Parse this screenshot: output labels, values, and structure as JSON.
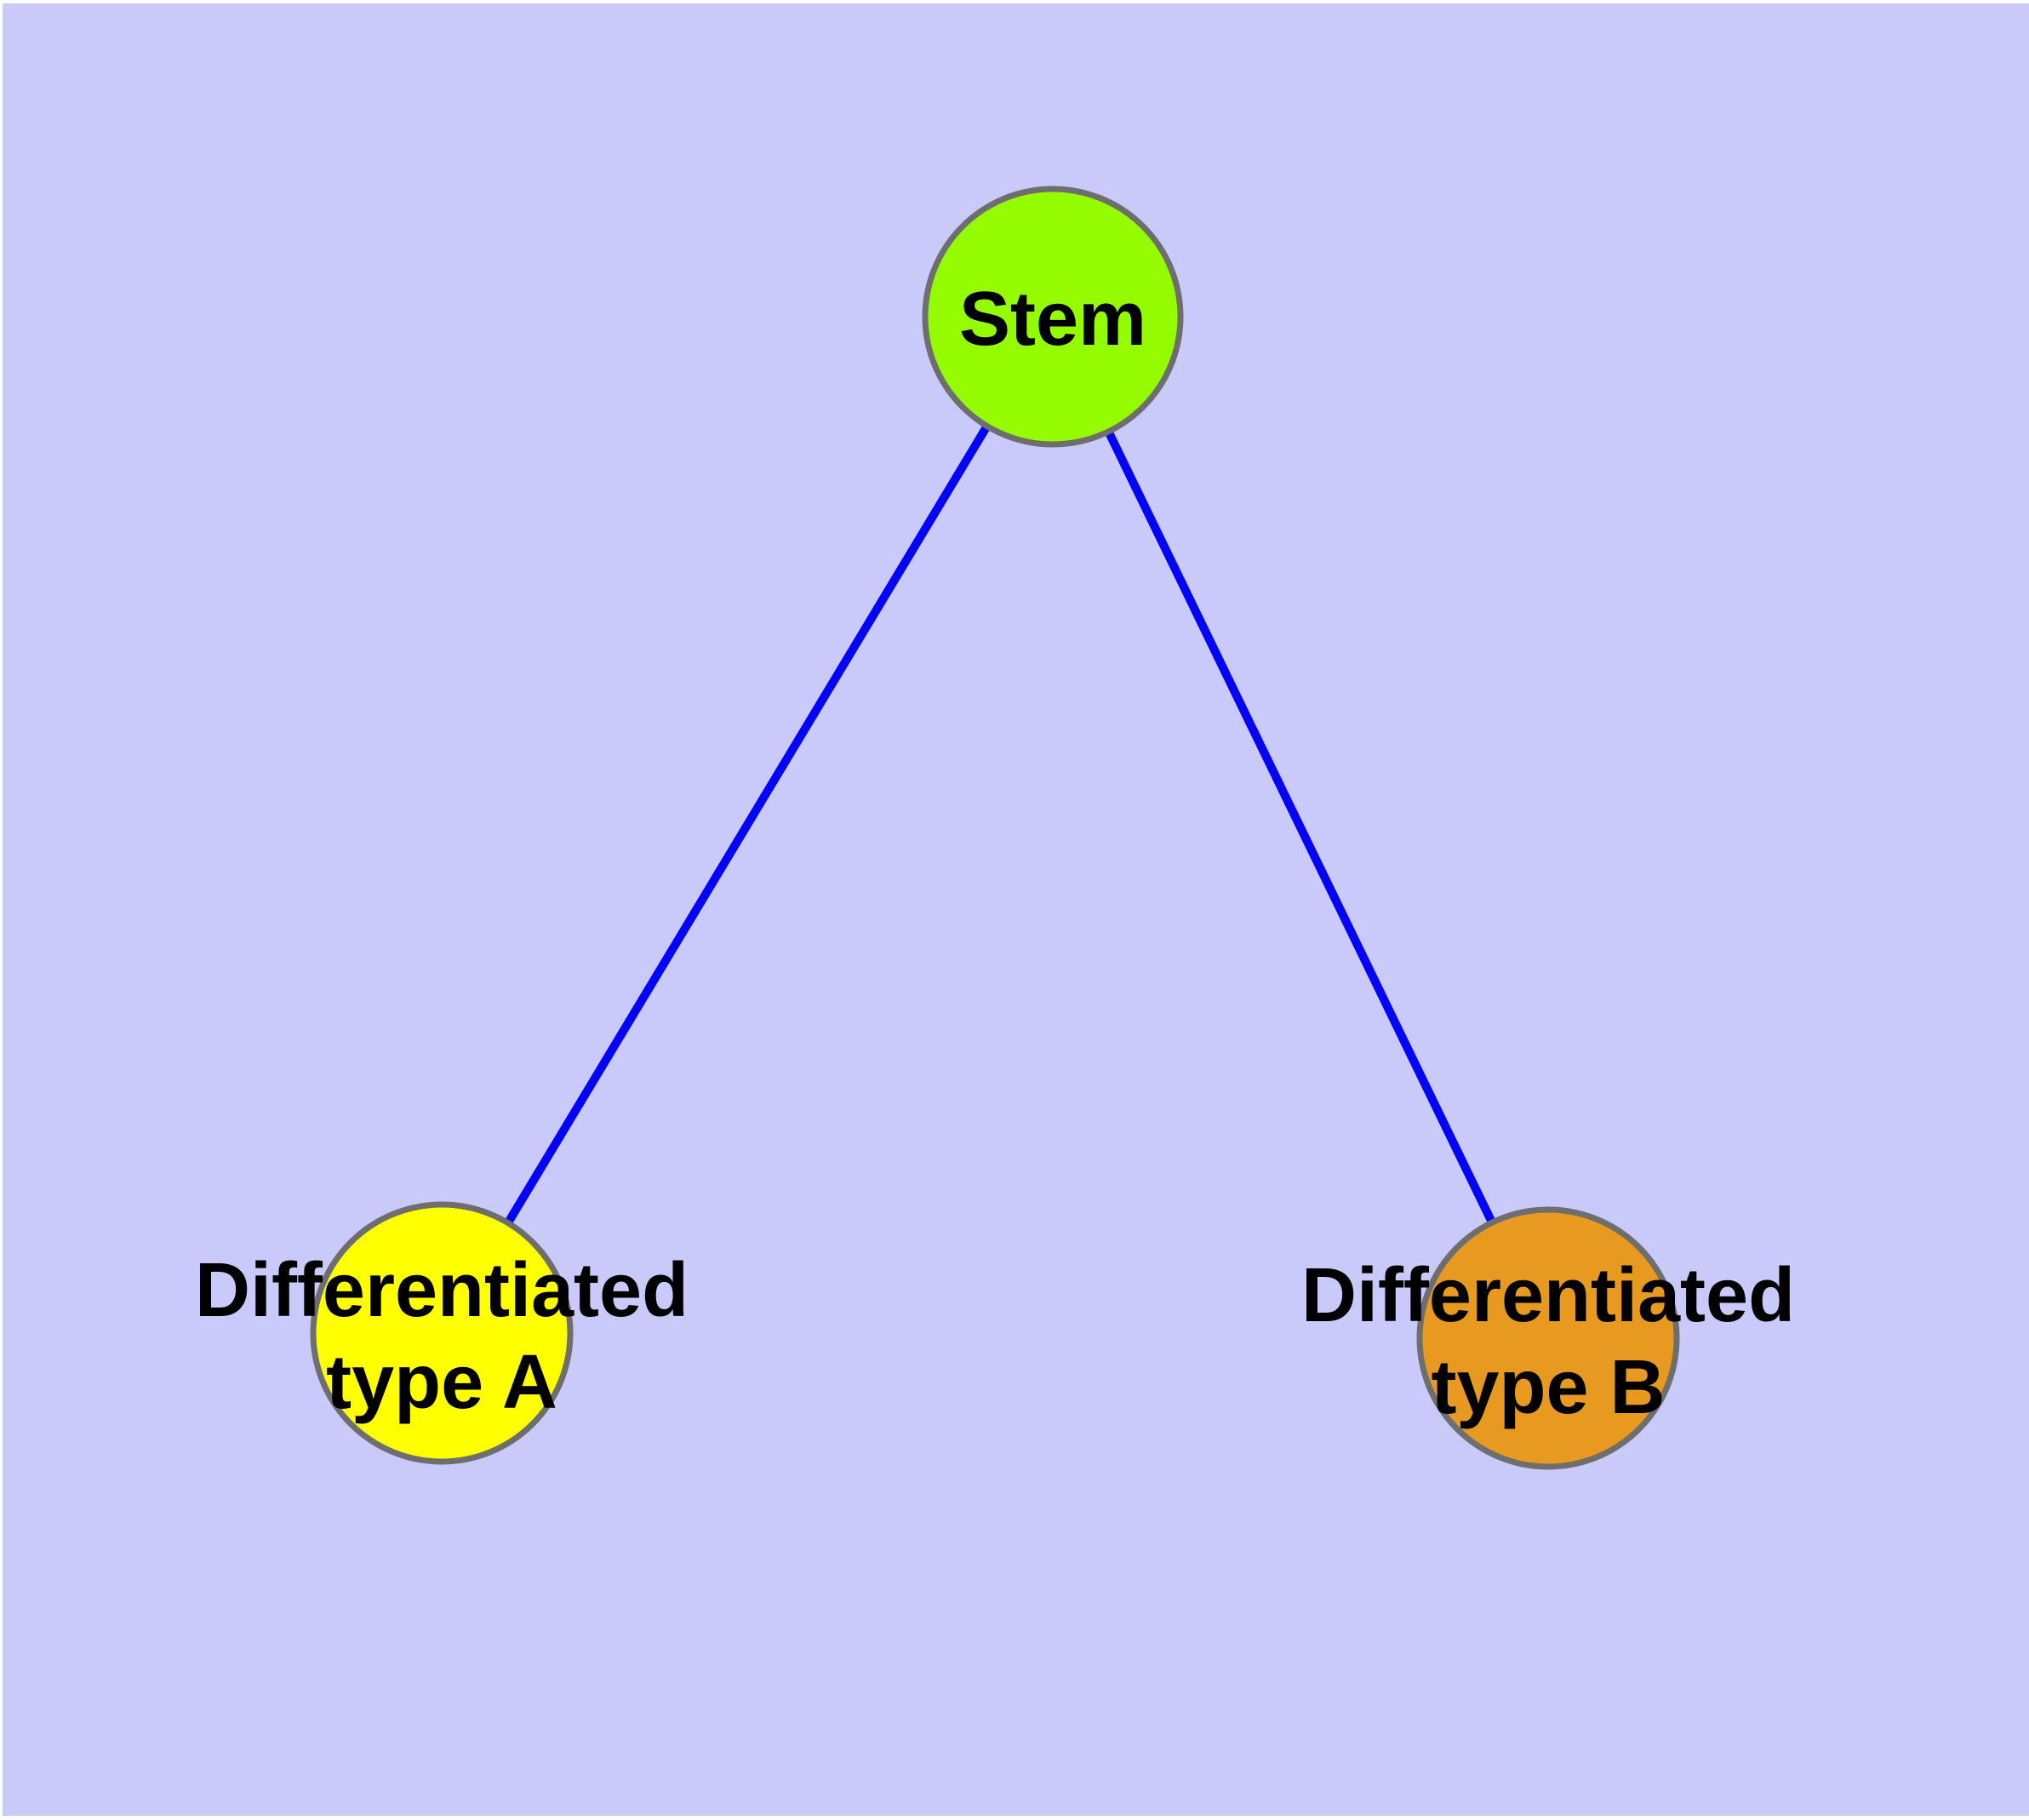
{
  "diagram": {
    "background_color": "#C9C9FA",
    "page_border_color": "#FFFFFF",
    "edge_color": "#0303F7",
    "node_border_color": "#6E6E6E",
    "nodes": {
      "stem": {
        "label": "Stem",
        "fill": "#94FB00"
      },
      "diff_a": {
        "label": "Differentiated type A",
        "label_lines": [
          "Differentiated",
          "type A"
        ],
        "fill": "#FFFF00"
      },
      "diff_b": {
        "label": "Differentiated type B",
        "label_lines": [
          "Differentiated",
          "type B"
        ],
        "fill": "#E79A1F"
      }
    },
    "edges": [
      {
        "from": "Stem",
        "to": "Differentiated type A"
      },
      {
        "from": "Stem",
        "to": "Differentiated type B"
      }
    ]
  }
}
